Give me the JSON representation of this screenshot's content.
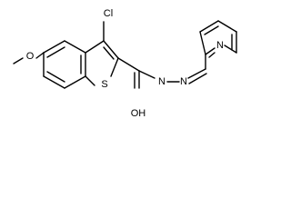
{
  "atom_labels": {
    "chlorine": "Cl",
    "methoxy_oxygen": "O",
    "sulfur": "S",
    "carbonyl_oxygen": "OH",
    "hydrazone_nitrogen_1": "N",
    "hydrazone_nitrogen_2": "N",
    "pyridine_nitrogen": "N"
  }
}
